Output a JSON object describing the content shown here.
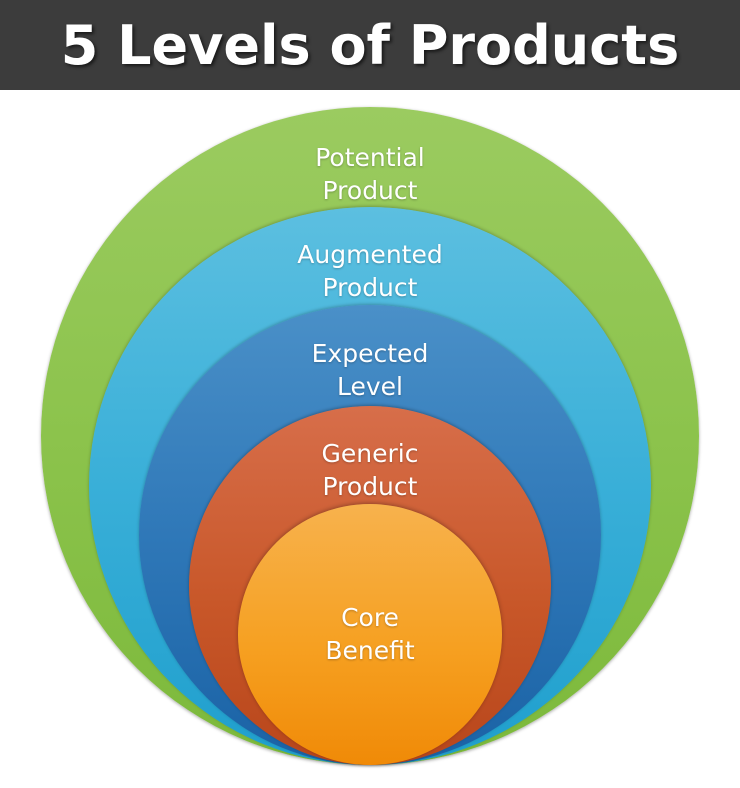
{
  "title": "5 Levels of Products",
  "levels": [
    {
      "line1": "Potential",
      "line2": "Product",
      "color": "#8cc34c"
    },
    {
      "line1": "Augmented",
      "line2": "Product",
      "color": "#39afd8"
    },
    {
      "line1": "Expected",
      "line2": "Level",
      "color": "#2f78b8"
    },
    {
      "line1": "Generic",
      "line2": "Product",
      "color": "#c85729"
    },
    {
      "line1": "Core",
      "line2": "Benefit",
      "color": "#f6a021"
    }
  ]
}
